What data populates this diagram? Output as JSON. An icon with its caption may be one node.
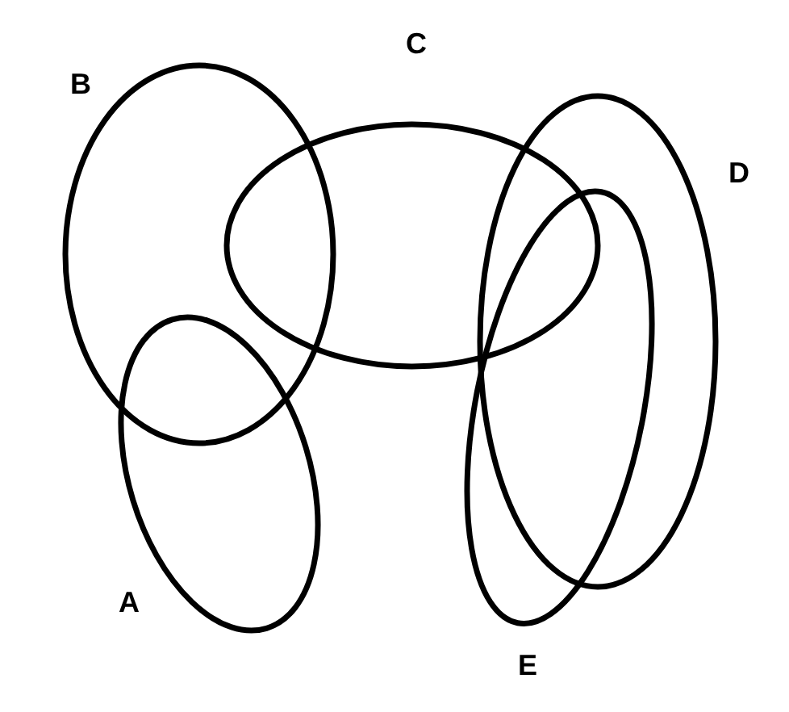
{
  "diagram": {
    "nodes": [
      {
        "text": [
          "A"
        ]
      },
      {
        "text": [
          "B"
        ]
      },
      {
        "text": [
          "C"
        ]
      },
      {
        "text": [
          "D"
        ]
      },
      {
        "text": [
          "E"
        ]
      }
    ],
    "edges": []
  }
}
